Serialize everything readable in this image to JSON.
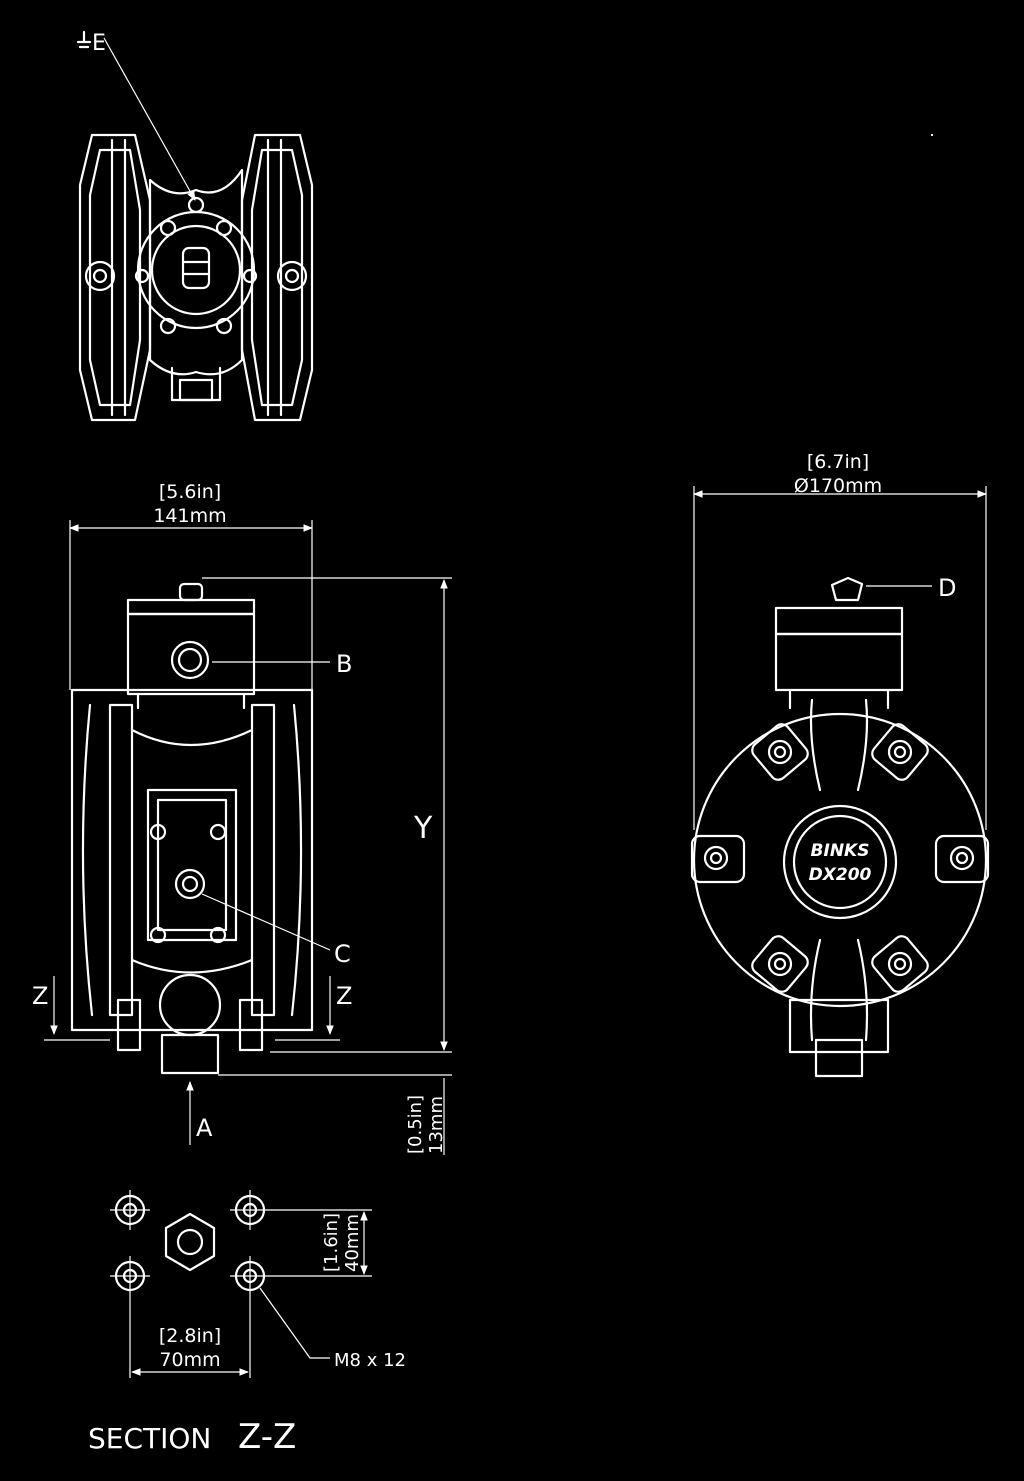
{
  "labels": {
    "ground": "E",
    "b": "B",
    "c": "C",
    "d": "D",
    "a": "A",
    "y": "Y",
    "z": "Z",
    "section": "SECTION",
    "section_id": "Z-Z",
    "brand": "BINKS",
    "model": "DX200",
    "bolt": "M8 x 12"
  },
  "dimensions": {
    "width_in": "[5.6in]",
    "width_mm": "141mm",
    "diameter_in": "[6.7in]",
    "diameter_mm": "Ø170mm",
    "offset_in": "[0.5in]",
    "offset_mm": "13mm",
    "hole_v_in": "[1.6in]",
    "hole_v_mm": "40mm",
    "hole_h_in": "[2.8in]",
    "hole_h_mm": "70mm"
  },
  "icons": {
    "ground": "ground-icon"
  }
}
